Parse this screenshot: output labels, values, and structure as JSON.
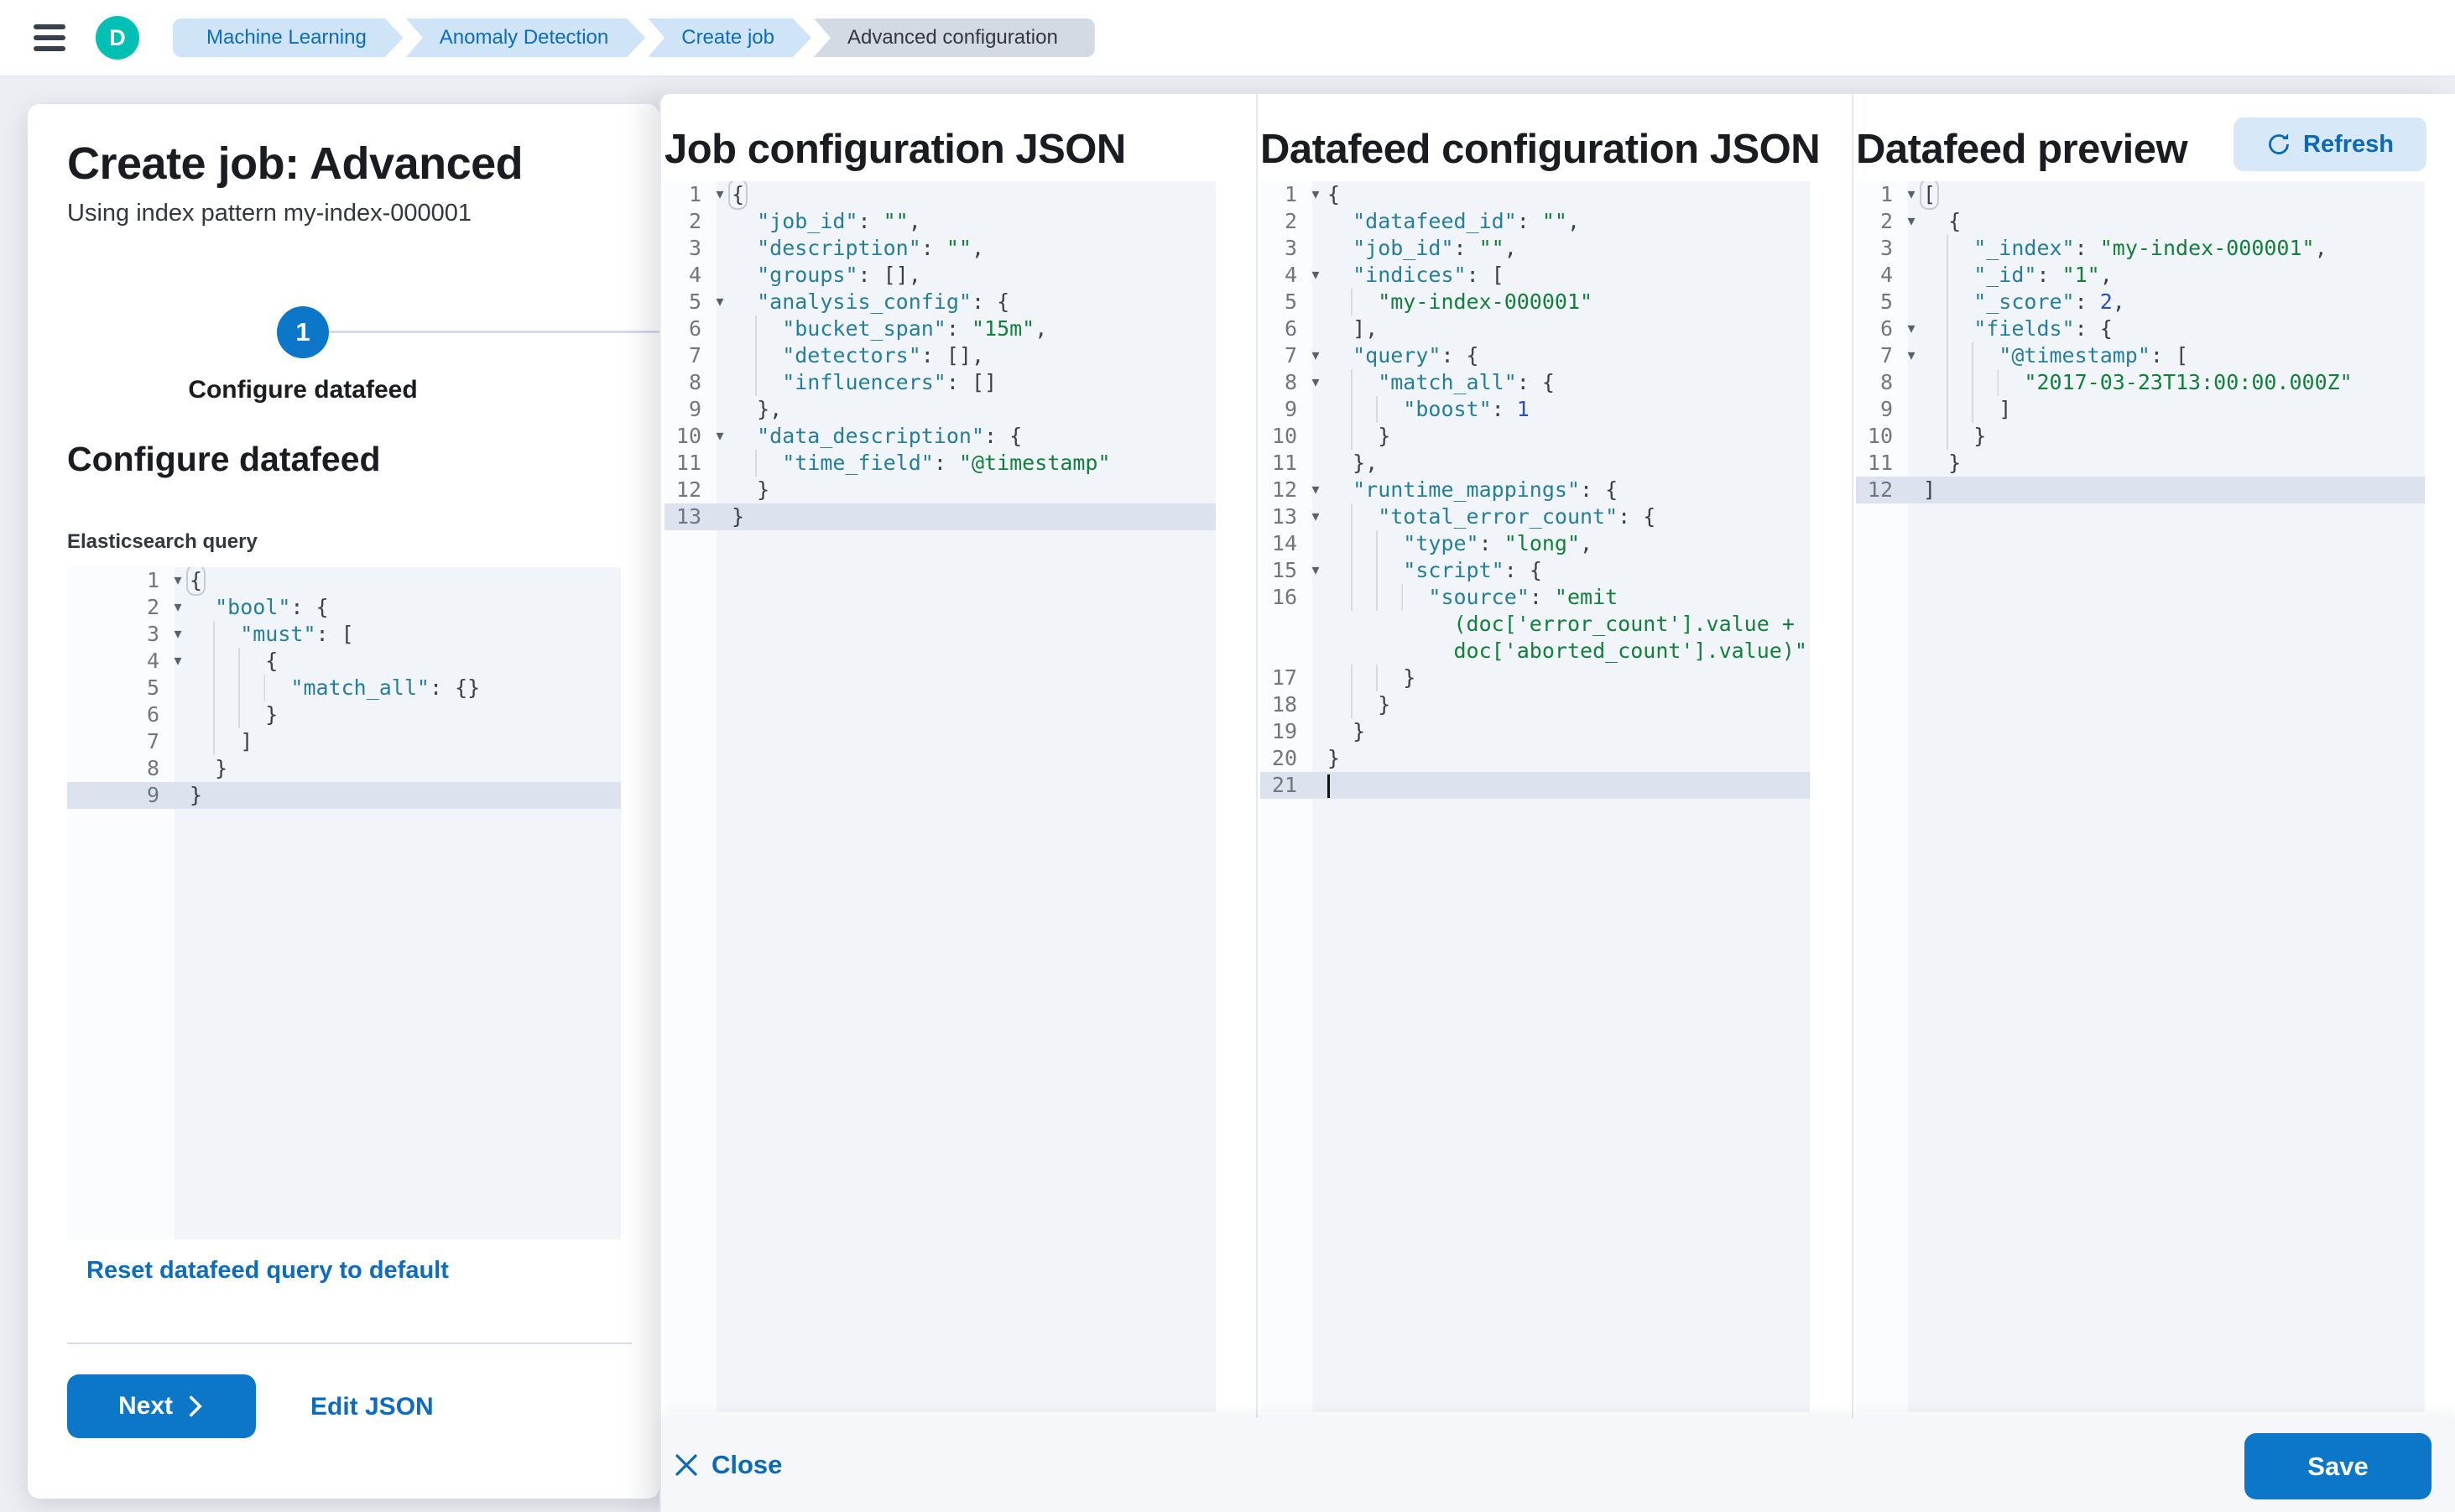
{
  "colors": {
    "accent": "#0c77c9",
    "link": "#0d6cbd",
    "avatar": "#00bfb3",
    "crumb_bg": "#cfe4f7",
    "crumb_current_bg": "#d4dae4",
    "key": "#267f99",
    "string": "#12803c",
    "number": "#2a50c0"
  },
  "topbar": {
    "avatar_initial": "D",
    "breadcrumbs": [
      "Machine Learning",
      "Anomaly Detection",
      "Create job",
      "Advanced configuration"
    ]
  },
  "wizard": {
    "title": "Create job: Advanced",
    "subtitle": "Using index pattern my-index-000001",
    "step_number": "1",
    "step_label": "Configure datafeed",
    "section_heading": "Configure datafeed",
    "query_label": "Elasticsearch query",
    "reset_link": "Reset datafeed query to default",
    "next_button": "Next",
    "edit_json_link": "Edit JSON"
  },
  "flyout": {
    "job_title": "Job configuration JSON",
    "datafeed_title": "Datafeed configuration JSON",
    "preview_title": "Datafeed preview",
    "refresh_button": "Refresh",
    "close_button": "Close",
    "save_button": "Save"
  },
  "editors": {
    "es": {
      "lines": [
        {
          "n": 1,
          "f": 1,
          "i": 0,
          "b": 1,
          "t": [
            [
              "p",
              "{"
            ]
          ]
        },
        {
          "n": 2,
          "f": 1,
          "i": 1,
          "t": [
            [
              "k",
              "\"bool\""
            ],
            [
              "p",
              ": {"
            ]
          ]
        },
        {
          "n": 3,
          "f": 1,
          "i": 2,
          "t": [
            [
              "k",
              "\"must\""
            ],
            [
              "p",
              ": ["
            ]
          ]
        },
        {
          "n": 4,
          "f": 1,
          "i": 3,
          "t": [
            [
              "p",
              "{"
            ]
          ]
        },
        {
          "n": 5,
          "i": 4,
          "t": [
            [
              "k",
              "\"match_all\""
            ],
            [
              "p",
              ": {}"
            ]
          ]
        },
        {
          "n": 6,
          "i": 3,
          "t": [
            [
              "p",
              "}"
            ]
          ]
        },
        {
          "n": 7,
          "i": 2,
          "t": [
            [
              "p",
              "]"
            ]
          ]
        },
        {
          "n": 8,
          "i": 1,
          "t": [
            [
              "p",
              "}"
            ]
          ]
        },
        {
          "n": 9,
          "i": 0,
          "a": 1,
          "t": [
            [
              "p",
              "}"
            ]
          ]
        }
      ]
    },
    "job": {
      "lines": [
        {
          "n": 1,
          "f": 1,
          "i": 0,
          "b": 1,
          "t": [
            [
              "p",
              "{"
            ]
          ]
        },
        {
          "n": 2,
          "i": 1,
          "t": [
            [
              "k",
              "\"job_id\""
            ],
            [
              "p",
              ": "
            ],
            [
              "s",
              "\"\""
            ],
            [
              "p",
              ","
            ]
          ]
        },
        {
          "n": 3,
          "i": 1,
          "t": [
            [
              "k",
              "\"description\""
            ],
            [
              "p",
              ": "
            ],
            [
              "s",
              "\"\""
            ],
            [
              "p",
              ","
            ]
          ]
        },
        {
          "n": 4,
          "i": 1,
          "t": [
            [
              "k",
              "\"groups\""
            ],
            [
              "p",
              ": [],"
            ]
          ]
        },
        {
          "n": 5,
          "f": 1,
          "i": 1,
          "t": [
            [
              "k",
              "\"analysis_config\""
            ],
            [
              "p",
              ": {"
            ]
          ]
        },
        {
          "n": 6,
          "i": 2,
          "t": [
            [
              "k",
              "\"bucket_span\""
            ],
            [
              "p",
              ": "
            ],
            [
              "s",
              "\"15m\""
            ],
            [
              "p",
              ","
            ]
          ]
        },
        {
          "n": 7,
          "i": 2,
          "t": [
            [
              "k",
              "\"detectors\""
            ],
            [
              "p",
              ": [],"
            ]
          ]
        },
        {
          "n": 8,
          "i": 2,
          "t": [
            [
              "k",
              "\"influencers\""
            ],
            [
              "p",
              ": []"
            ]
          ]
        },
        {
          "n": 9,
          "i": 1,
          "t": [
            [
              "p",
              "},"
            ]
          ]
        },
        {
          "n": 10,
          "f": 1,
          "i": 1,
          "t": [
            [
              "k",
              "\"data_description\""
            ],
            [
              "p",
              ": {"
            ]
          ]
        },
        {
          "n": 11,
          "i": 2,
          "t": [
            [
              "k",
              "\"time_field\""
            ],
            [
              "p",
              ": "
            ],
            [
              "s",
              "\"@timestamp\""
            ]
          ]
        },
        {
          "n": 12,
          "i": 1,
          "t": [
            [
              "p",
              "}"
            ]
          ]
        },
        {
          "n": 13,
          "i": 0,
          "a": 1,
          "t": [
            [
              "p",
              "}"
            ]
          ]
        }
      ]
    },
    "df": {
      "lines": [
        {
          "n": 1,
          "f": 1,
          "i": 0,
          "t": [
            [
              "p",
              "{"
            ]
          ]
        },
        {
          "n": 2,
          "i": 1,
          "t": [
            [
              "k",
              "\"datafeed_id\""
            ],
            [
              "p",
              ": "
            ],
            [
              "s",
              "\"\""
            ],
            [
              "p",
              ","
            ]
          ]
        },
        {
          "n": 3,
          "i": 1,
          "t": [
            [
              "k",
              "\"job_id\""
            ],
            [
              "p",
              ": "
            ],
            [
              "s",
              "\"\""
            ],
            [
              "p",
              ","
            ]
          ]
        },
        {
          "n": 4,
          "f": 1,
          "i": 1,
          "t": [
            [
              "k",
              "\"indices\""
            ],
            [
              "p",
              ": ["
            ]
          ]
        },
        {
          "n": 5,
          "i": 2,
          "t": [
            [
              "s",
              "\"my-index-000001\""
            ]
          ]
        },
        {
          "n": 6,
          "i": 1,
          "t": [
            [
              "p",
              "],"
            ]
          ]
        },
        {
          "n": 7,
          "f": 1,
          "i": 1,
          "t": [
            [
              "k",
              "\"query\""
            ],
            [
              "p",
              ": {"
            ]
          ]
        },
        {
          "n": 8,
          "f": 1,
          "i": 2,
          "t": [
            [
              "k",
              "\"match_all\""
            ],
            [
              "p",
              ": {"
            ]
          ]
        },
        {
          "n": 9,
          "i": 3,
          "t": [
            [
              "k",
              "\"boost\""
            ],
            [
              "p",
              ": "
            ],
            [
              "n",
              "1"
            ]
          ]
        },
        {
          "n": 10,
          "i": 2,
          "t": [
            [
              "p",
              "}"
            ]
          ]
        },
        {
          "n": 11,
          "i": 1,
          "t": [
            [
              "p",
              "},"
            ]
          ]
        },
        {
          "n": 12,
          "f": 1,
          "i": 1,
          "t": [
            [
              "k",
              "\"runtime_mappings\""
            ],
            [
              "p",
              ": {"
            ]
          ]
        },
        {
          "n": 13,
          "f": 1,
          "i": 2,
          "t": [
            [
              "k",
              "\"total_error_count\""
            ],
            [
              "p",
              ": {"
            ]
          ]
        },
        {
          "n": 14,
          "i": 3,
          "t": [
            [
              "k",
              "\"type\""
            ],
            [
              "p",
              ": "
            ],
            [
              "s",
              "\"long\""
            ],
            [
              "p",
              ","
            ]
          ]
        },
        {
          "n": 15,
          "f": 1,
          "i": 3,
          "t": [
            [
              "k",
              "\"script\""
            ],
            [
              "p",
              ": {"
            ]
          ]
        },
        {
          "n": 16,
          "i": 4,
          "t": [
            [
              "k",
              "\"source\""
            ],
            [
              "p",
              ": "
            ],
            [
              "s",
              "\"emit"
            ]
          ],
          "w": [
            "(doc['error_count'].value +",
            "doc['aborted_count'].value)\""
          ]
        },
        {
          "n": 17,
          "i": 3,
          "t": [
            [
              "p",
              "}"
            ]
          ]
        },
        {
          "n": 18,
          "i": 2,
          "t": [
            [
              "p",
              "}"
            ]
          ]
        },
        {
          "n": 19,
          "i": 1,
          "t": [
            [
              "p",
              "}"
            ]
          ]
        },
        {
          "n": 20,
          "i": 0,
          "t": [
            [
              "p",
              "}"
            ]
          ]
        },
        {
          "n": 21,
          "i": 0,
          "a": 1,
          "c": 1,
          "t": []
        }
      ]
    },
    "pv": {
      "lines": [
        {
          "n": 1,
          "f": 1,
          "i": 0,
          "b": 1,
          "t": [
            [
              "p",
              "["
            ]
          ]
        },
        {
          "n": 2,
          "f": 1,
          "i": 1,
          "t": [
            [
              "p",
              "{"
            ]
          ]
        },
        {
          "n": 3,
          "i": 2,
          "t": [
            [
              "k",
              "\"_index\""
            ],
            [
              "p",
              ": "
            ],
            [
              "s",
              "\"my-index-000001\""
            ],
            [
              "p",
              ","
            ]
          ]
        },
        {
          "n": 4,
          "i": 2,
          "t": [
            [
              "k",
              "\"_id\""
            ],
            [
              "p",
              ": "
            ],
            [
              "s",
              "\"1\""
            ],
            [
              "p",
              ","
            ]
          ]
        },
        {
          "n": 5,
          "i": 2,
          "t": [
            [
              "k",
              "\"_score\""
            ],
            [
              "p",
              ": "
            ],
            [
              "n",
              "2"
            ],
            [
              "p",
              ","
            ]
          ]
        },
        {
          "n": 6,
          "f": 1,
          "i": 2,
          "t": [
            [
              "k",
              "\"fields\""
            ],
            [
              "p",
              ": {"
            ]
          ]
        },
        {
          "n": 7,
          "f": 1,
          "i": 3,
          "t": [
            [
              "k",
              "\"@timestamp\""
            ],
            [
              "p",
              ": ["
            ]
          ]
        },
        {
          "n": 8,
          "i": 4,
          "t": [
            [
              "s",
              "\"2017-03-23T13:00:00.000Z\""
            ]
          ]
        },
        {
          "n": 9,
          "i": 3,
          "t": [
            [
              "p",
              "]"
            ]
          ]
        },
        {
          "n": 10,
          "i": 2,
          "t": [
            [
              "p",
              "}"
            ]
          ]
        },
        {
          "n": 11,
          "i": 1,
          "t": [
            [
              "p",
              "}"
            ]
          ]
        },
        {
          "n": 12,
          "i": 0,
          "a": 1,
          "t": [
            [
              "p",
              "]"
            ]
          ]
        }
      ]
    }
  }
}
